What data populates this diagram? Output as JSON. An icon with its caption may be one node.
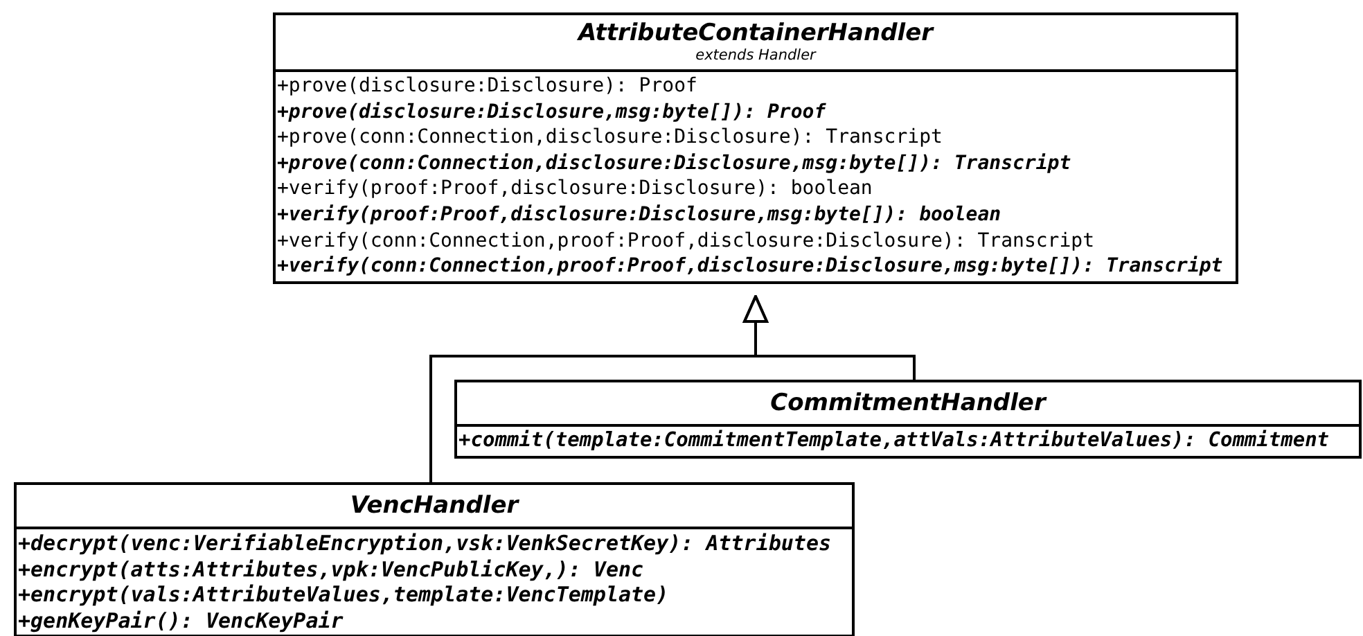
{
  "diagram": {
    "nodes": [
      {
        "text": [
          "AttributeContainerHandler",
          "extends Handler",
          "+prove(disclosure:Disclosure): Proof",
          "+prove(disclosure:Disclosure,msg:byte[]): Proof",
          "+prove(conn:Connection,disclosure:Disclosure): Transcript",
          "+prove(conn:Connection,disclosure:Disclosure,msg:byte[]): Transcript",
          "+verify(proof:Proof,disclosure:Disclosure): boolean",
          "+verify(proof:Proof,disclosure:Disclosure,msg:byte[]): boolean",
          "+verify(conn:Connection,proof:Proof,disclosure:Disclosure): Transcript",
          "+verify(conn:Connection,proof:Proof,disclosure:Disclosure,msg:byte[]): Transcript"
        ]
      },
      {
        "text": [
          "CommitmentHandler",
          "+commit(template:CommitmentTemplate,attVals:AttributeValues): Commitment"
        ]
      },
      {
        "text": [
          "VencHandler",
          "+decrypt(venc:VerifiableEncryption,vsk:VenkSecretKey): Attributes",
          "+encrypt(atts:Attributes,vpk:VencPublicKey,): Venc",
          "+encrypt(vals:AttributeValues,template:VencTemplate)",
          "+genKeyPair(): VencKeyPair"
        ]
      }
    ],
    "edges": [
      {
        "from": 1,
        "to": 0,
        "arrow": "to"
      },
      {
        "from": 2,
        "to": 0,
        "arrow": "to"
      }
    ]
  }
}
